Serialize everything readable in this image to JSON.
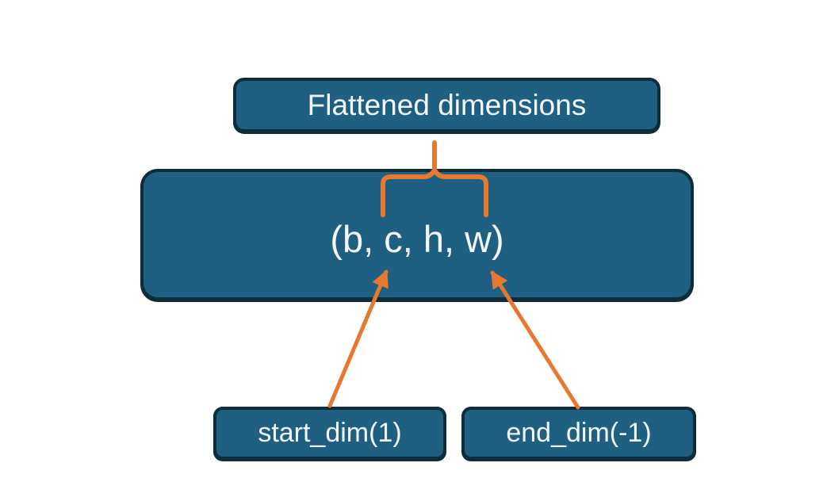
{
  "diagram": {
    "background_color": "#ffffff",
    "colors": {
      "node_fill": "#1e5f82",
      "node_border": "#0d2c3c",
      "node_text": "#f4f7f8",
      "accent_orange": "#e6792f"
    },
    "nodes": {
      "flattened": {
        "label": "Flattened dimensions"
      },
      "tensor": {
        "label": "(b, c, h, w)"
      },
      "start_dim": {
        "label": "start_dim(1)"
      },
      "end_dim": {
        "label": "end_dim(-1)"
      }
    }
  }
}
